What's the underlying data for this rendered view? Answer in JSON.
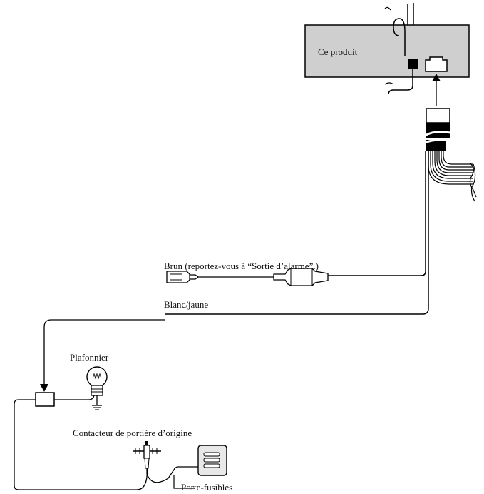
{
  "labels": {
    "product": "Ce produit",
    "brown_wire": "Brun (reportez-vous à “Sortie d’alarme”.)",
    "white_yellow_wire": "Blanc/jaune",
    "dome_light": "Plafonnier",
    "door_switch": "Contacteur de portière d’origine",
    "fuse_box": "Porte-fusibles"
  },
  "colors": {
    "product_fill": "#cfcfcf",
    "stroke": "#000000",
    "fuse_box_fill": "#e8e8e8"
  }
}
